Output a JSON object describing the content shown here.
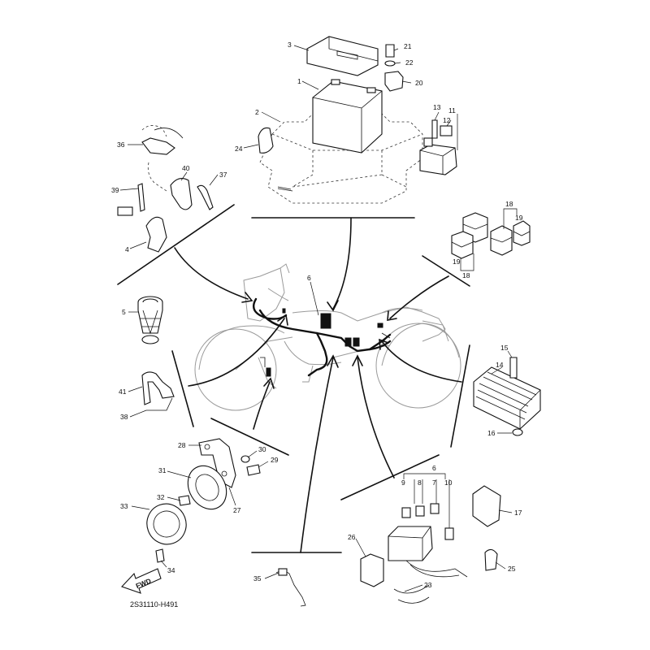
{
  "diagram": {
    "code": "2S31110-H491",
    "direction_label": "FWD",
    "callouts": {
      "p1": "1",
      "p2": "2",
      "p3": "3",
      "p4": "4",
      "p5": "5",
      "p6a": "6",
      "p6b": "6",
      "p7": "7",
      "p8": "8",
      "p9": "9",
      "p10": "10",
      "p11": "11",
      "p12": "12",
      "p13": "13",
      "p14": "14",
      "p15": "15",
      "p16": "16",
      "p17": "17",
      "p18a": "18",
      "p18b": "18",
      "p19a": "19",
      "p19b": "19",
      "p20": "20",
      "p21": "21",
      "p22": "22",
      "p23": "23",
      "p24": "24",
      "p25": "25",
      "p26": "26",
      "p27": "27",
      "p28": "28",
      "p29": "29",
      "p30": "30",
      "p31": "31",
      "p32": "32",
      "p33": "33",
      "p34": "34",
      "p35": "35",
      "p36": "36",
      "p37": "37",
      "p38": "38",
      "p39": "39",
      "p40": "40",
      "p41": "41"
    }
  }
}
